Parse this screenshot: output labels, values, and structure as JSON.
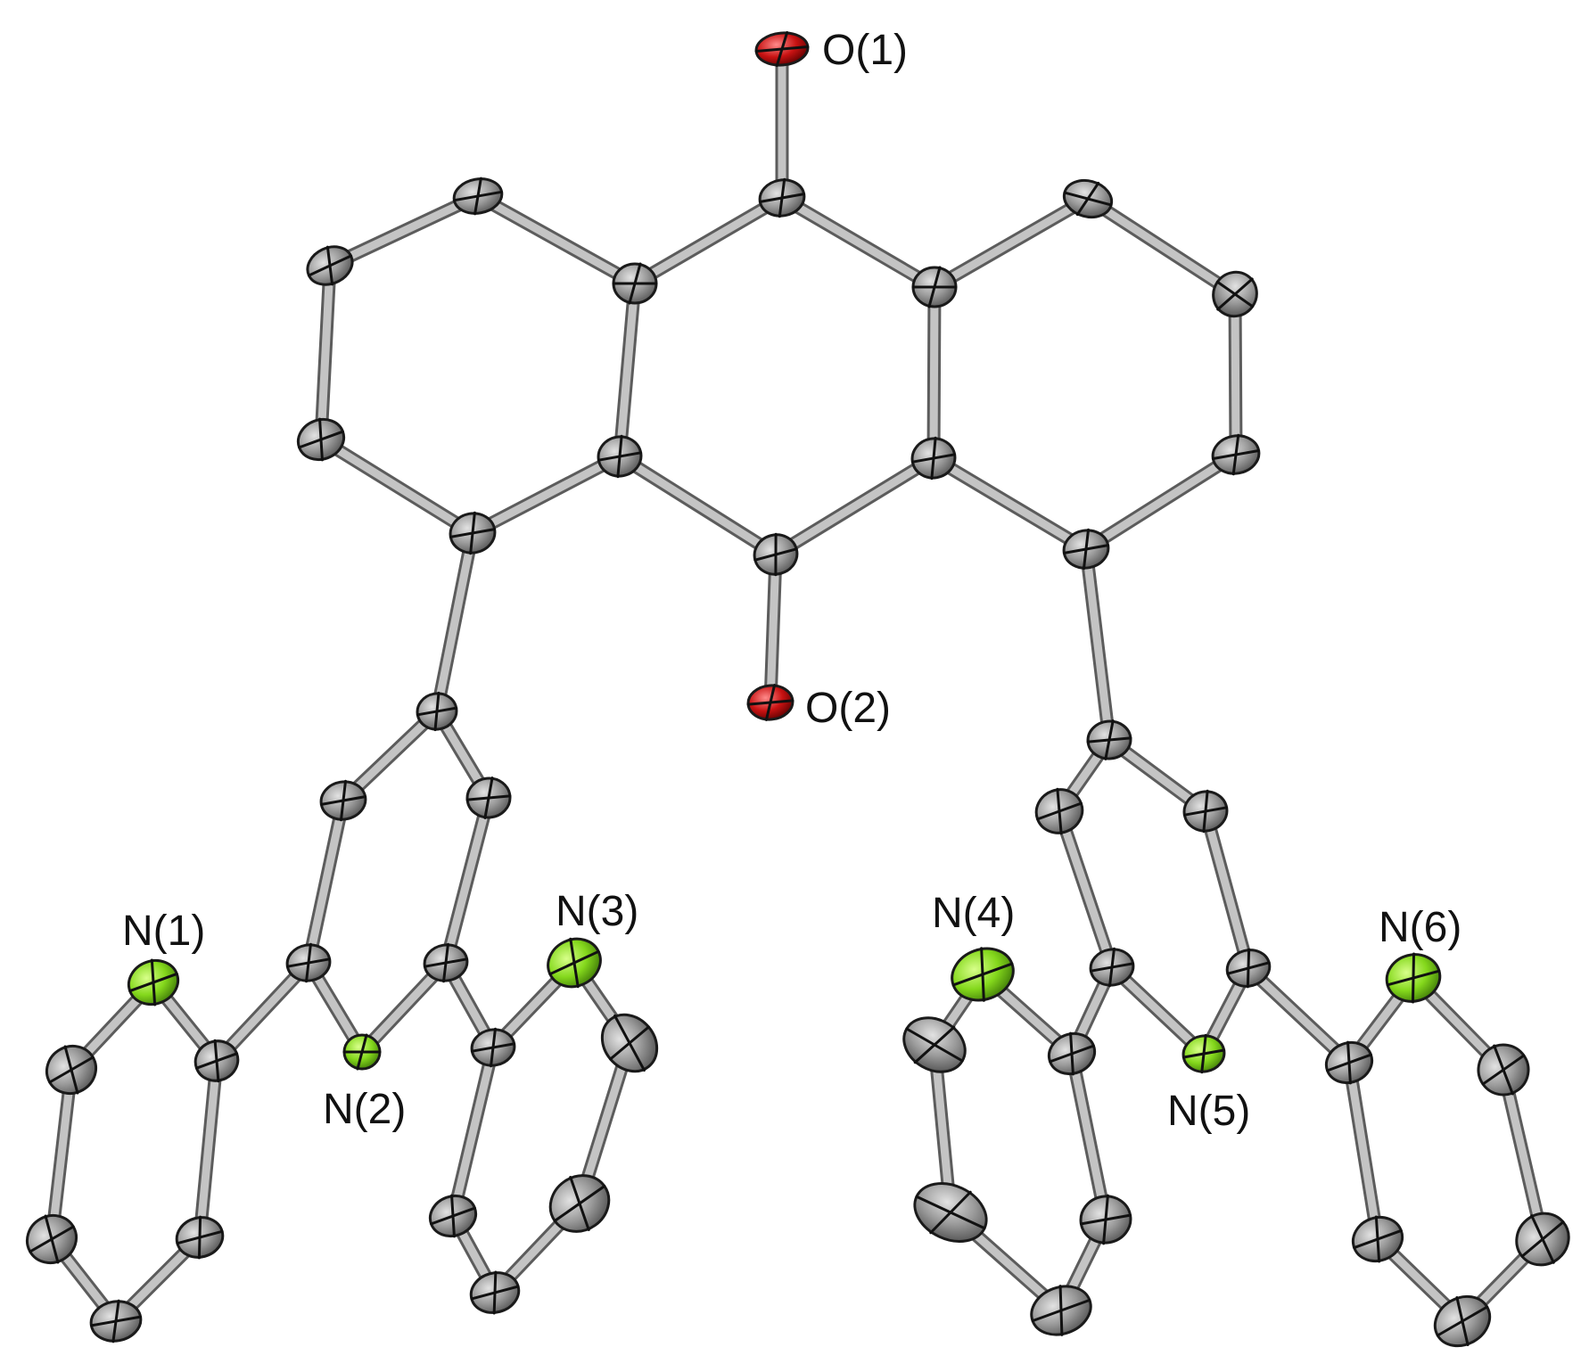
{
  "figure": {
    "labels": {
      "o1": "O(1)",
      "o2": "O(2)",
      "n1": "N(1)",
      "n2": "N(2)",
      "n3": "N(3)",
      "n4": "N(4)",
      "n5": "N(5)",
      "n6": "N(6)"
    },
    "element_colors": {
      "carbon": "#8e8e8e",
      "nitrogen": "#7fd81e",
      "oxygen": "#c81212",
      "bond": "#bdbdbd",
      "outline": "#1a1a1a"
    }
  }
}
